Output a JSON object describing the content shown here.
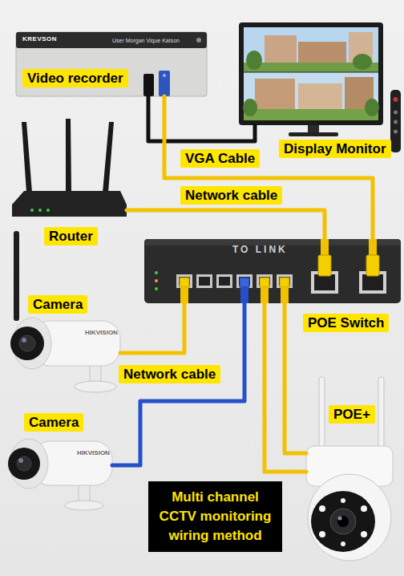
{
  "diagram": {
    "caption": "Multi channel CCTV monitoring wiring method",
    "nodes": [
      {
        "text": [
          "Video recorder",
          "KREVSON",
          "User Morgan Vique Katson"
        ]
      },
      {
        "text": [
          "Display Monitor"
        ]
      },
      {
        "text": [
          "Router"
        ]
      },
      {
        "text": [
          "POE Switch",
          "TO LINK"
        ]
      },
      {
        "text": [
          "Camera",
          "HIKVISION"
        ]
      },
      {
        "text": [
          "Camera",
          "HIKVISION"
        ]
      },
      {
        "text": [
          "POE+"
        ]
      }
    ],
    "edges": [
      {
        "from": 0,
        "to": 1,
        "label": "VGA Cable",
        "arrow": "none"
      },
      {
        "from": 0,
        "to": 3,
        "arrow": "none"
      },
      {
        "from": 2,
        "to": 3,
        "label": "Network cable",
        "arrow": "none"
      },
      {
        "from": 4,
        "to": 3,
        "label": "Network cable",
        "arrow": "none"
      },
      {
        "from": 5,
        "to": 3,
        "arrow": "none"
      },
      {
        "from": 6,
        "to": 3,
        "arrow": "none"
      },
      {
        "from": 6,
        "to": 3,
        "arrow": "none"
      }
    ]
  }
}
